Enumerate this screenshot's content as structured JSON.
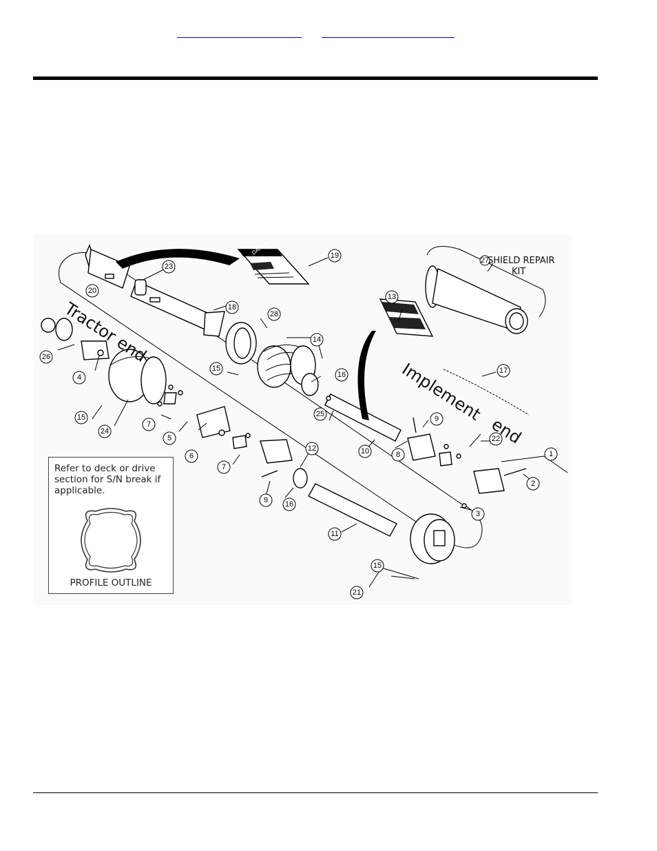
{
  "header": {
    "link_left": "",
    "link_right": ""
  },
  "diagram": {
    "tractor_end_label": "Tractor end",
    "implement_label_1": "Implement",
    "implement_label_2": "end",
    "shield_kit_line1": "SHIELD REPAIR",
    "shield_kit_line2": "KIT",
    "danger_label": "DANGER",
    "note_text": "Refer to deck or drive section for S/N break if applicable.",
    "profile_label": "PROFILE OUTLINE",
    "callouts": [
      "1",
      "2",
      "3",
      "4",
      "5",
      "6",
      "7",
      "7",
      "8",
      "9",
      "9",
      "10",
      "11",
      "12",
      "13",
      "14",
      "15",
      "15",
      "15",
      "16",
      "16",
      "17",
      "18",
      "19",
      "20",
      "21",
      "22",
      "23",
      "24",
      "25",
      "26",
      "27",
      "28"
    ]
  }
}
